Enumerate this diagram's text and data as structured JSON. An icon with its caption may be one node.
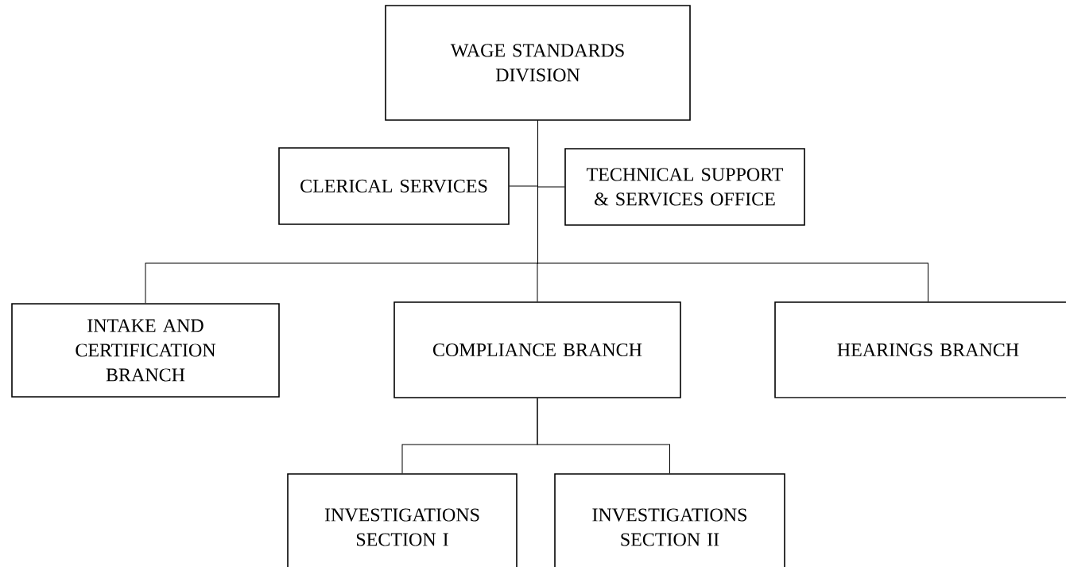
{
  "diagram": {
    "nodes": [
      {
        "text": [
          "WAGE STANDARDS DIVISION"
        ]
      },
      {
        "text": [
          "CLERICAL SERVICES"
        ]
      },
      {
        "text": [
          "TECHNICAL SUPPORT & SERVICES OFFICE"
        ]
      },
      {
        "text": [
          "INTAKE AND CERTIFICATION BRANCH"
        ]
      },
      {
        "text": [
          "COMPLIANCE BRANCH"
        ]
      },
      {
        "text": [
          "HEARINGS BRANCH"
        ]
      },
      {
        "text": [
          "INVESTIGATIONS SECTION I"
        ]
      },
      {
        "text": [
          "INVESTIGATIONS SECTION II"
        ]
      }
    ],
    "edges": [
      {
        "from": 0,
        "to": 1,
        "arrow": "none"
      },
      {
        "from": 0,
        "to": 2,
        "arrow": "none"
      },
      {
        "from": 0,
        "to": 3,
        "arrow": "none"
      },
      {
        "from": 0,
        "to": 4,
        "arrow": "none"
      },
      {
        "from": 0,
        "to": 5,
        "arrow": "none"
      },
      {
        "from": 4,
        "to": 6,
        "arrow": "none"
      },
      {
        "from": 4,
        "to": 7,
        "arrow": "none"
      }
    ]
  }
}
